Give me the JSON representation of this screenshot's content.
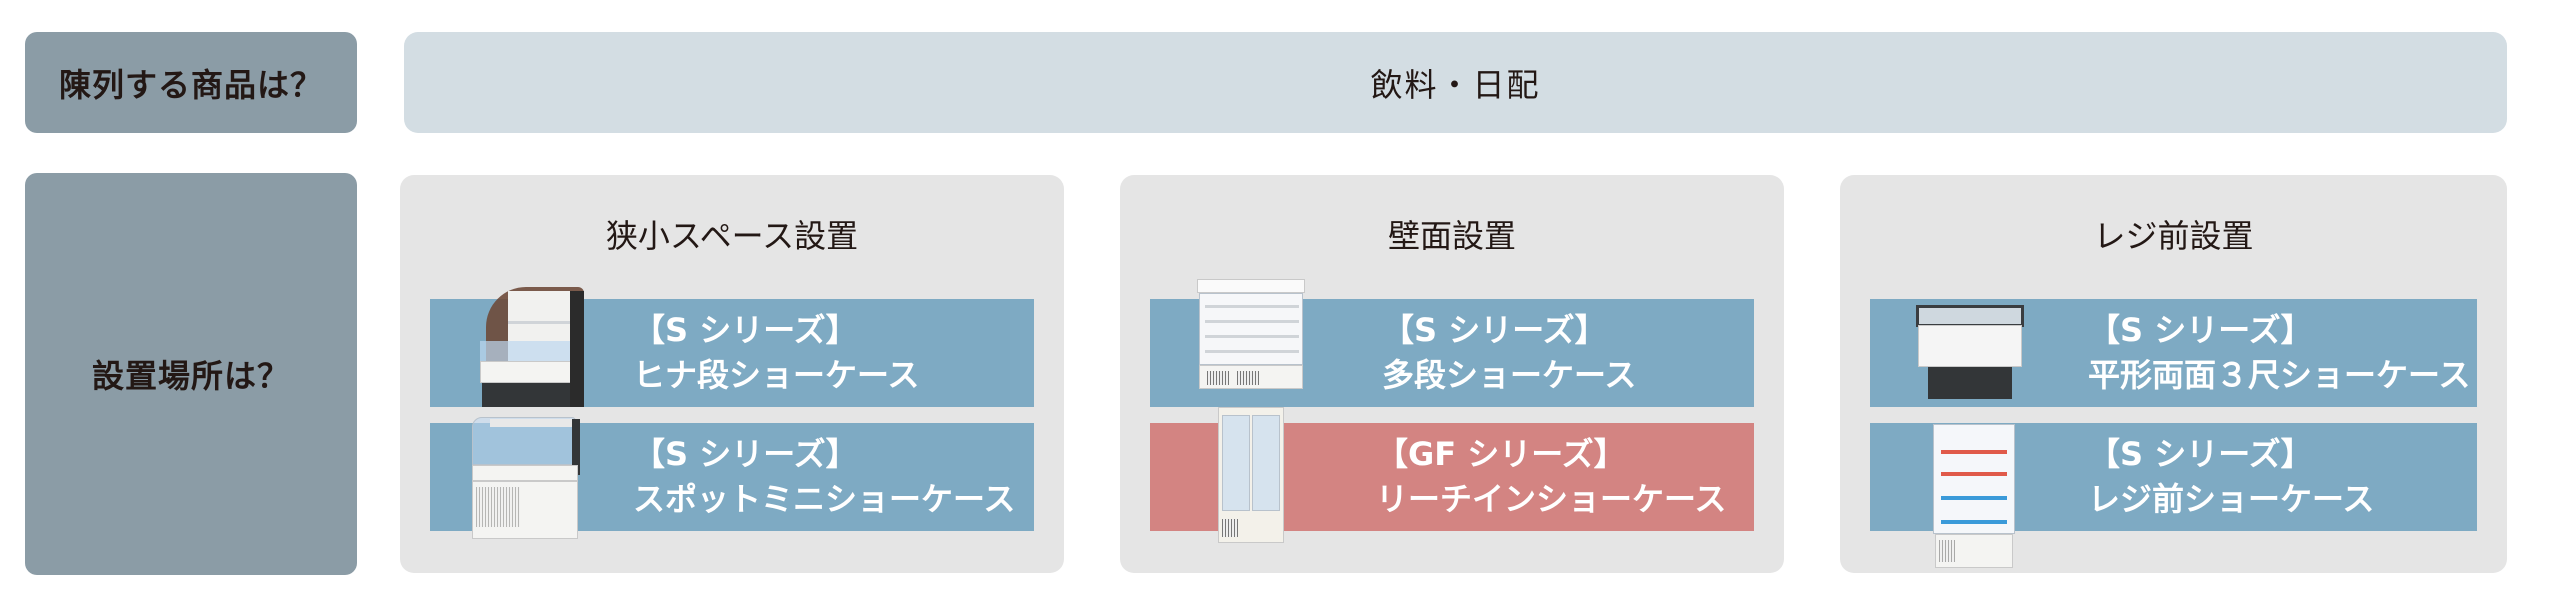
{
  "questions": {
    "product": {
      "label": "陳列する商品は？",
      "answer": "飲料・日配"
    },
    "location": {
      "label": "設置場所は？"
    }
  },
  "colors": {
    "question_bg": "#8b9ca6",
    "answer_bg": "#d3dde3",
    "card_bg": "#e5e5e5",
    "row_blue": "#7eaac3",
    "row_red": "#d38482",
    "text_dark": "#231815",
    "text_light": "#ffffff"
  },
  "categories": [
    {
      "title": "狭小スペース設置",
      "items": [
        {
          "series": "【S シリーズ】",
          "name": "ヒナ段ショーケース",
          "color": "blue",
          "image": "tiered-showcase-image"
        },
        {
          "series": "【S シリーズ】",
          "name": "スポットミニショーケース",
          "color": "blue",
          "image": "spot-mini-showcase-image"
        }
      ]
    },
    {
      "title": "壁面設置",
      "items": [
        {
          "series": "【S シリーズ】",
          "name": "多段ショーケース",
          "color": "blue",
          "image": "multi-deck-showcase-image"
        },
        {
          "series": "【GF シリーズ】",
          "name": "リーチインショーケース",
          "color": "red",
          "image": "reach-in-showcase-image"
        }
      ]
    },
    {
      "title": "レジ前設置",
      "items": [
        {
          "series": "【S シリーズ】",
          "name": "平形両面３尺ショーケース",
          "color": "blue",
          "image": "flat-double-sided-showcase-image"
        },
        {
          "series": "【S シリーズ】",
          "name": "レジ前ショーケース",
          "color": "blue",
          "image": "register-front-showcase-image"
        }
      ]
    }
  ]
}
